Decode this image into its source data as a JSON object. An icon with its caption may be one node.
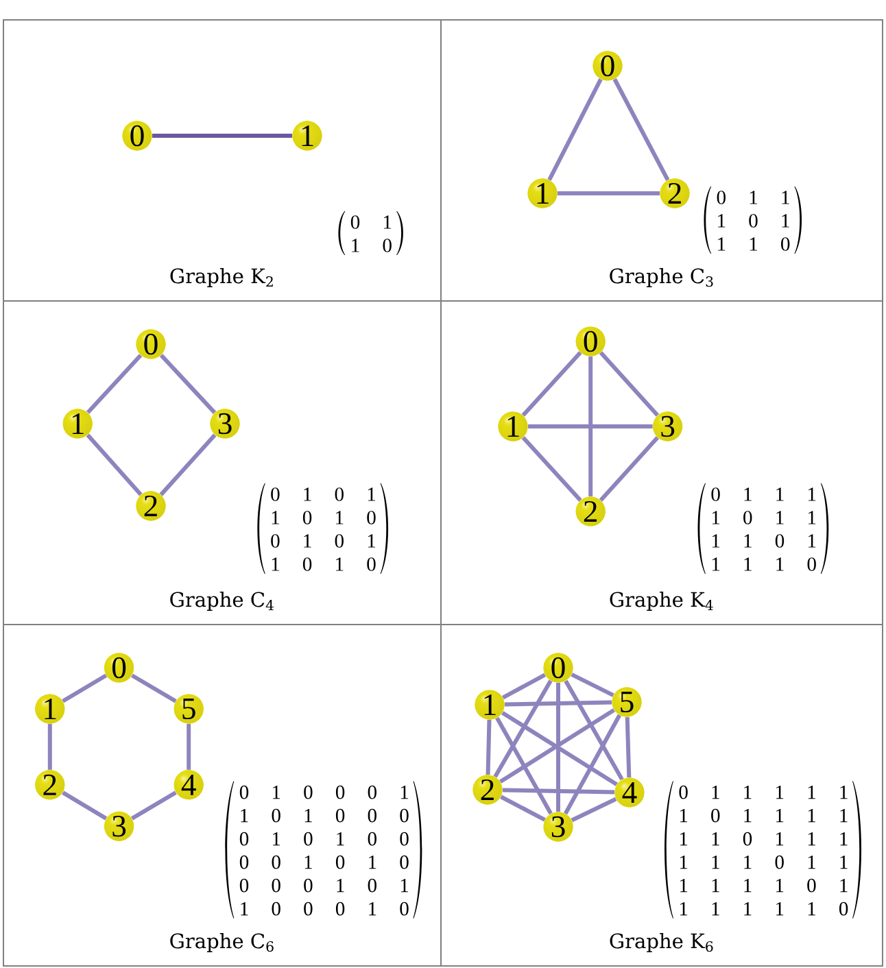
{
  "diagram": {
    "nodes": [
      {
        "text": [
          "Graphe K$_{2}$"
        ]
      },
      {
        "text": [
          "0"
        ],
        "in": 0
      },
      {
        "text": [
          "1"
        ],
        "in": 0
      },
      {
        "text": [
          "Graphe C$_{3}$"
        ]
      },
      {
        "text": [
          "0"
        ],
        "in": 3
      },
      {
        "text": [
          "1"
        ],
        "in": 3
      },
      {
        "text": [
          "2"
        ],
        "in": 3
      },
      {
        "text": [
          "Graphe C$_{4}$"
        ]
      },
      {
        "text": [
          "0"
        ],
        "in": 7
      },
      {
        "text": [
          "1"
        ],
        "in": 7
      },
      {
        "text": [
          "3"
        ],
        "in": 7
      },
      {
        "text": [
          "2"
        ],
        "in": 7
      },
      {
        "text": [
          "Graphe K$_{4}$"
        ]
      },
      {
        "text": [
          "0"
        ],
        "in": 12
      },
      {
        "text": [
          "1"
        ],
        "in": 12
      },
      {
        "text": [
          "3"
        ],
        "in": 12
      },
      {
        "text": [
          "2"
        ],
        "in": 12
      },
      {
        "text": [
          "Graphe C$_{6}$"
        ]
      },
      {
        "text": [
          "0"
        ],
        "in": 17
      },
      {
        "text": [
          "1"
        ],
        "in": 17
      },
      {
        "text": [
          "5"
        ],
        "in": 17
      },
      {
        "text": [
          "2"
        ],
        "in": 17
      },
      {
        "text": [
          "4"
        ],
        "in": 17
      },
      {
        "text": [
          "3"
        ],
        "in": 17
      },
      {
        "text": [
          "Graphe K$_{6}$"
        ]
      },
      {
        "text": [
          "0"
        ],
        "in": 24
      },
      {
        "text": [
          "1"
        ],
        "in": 24
      },
      {
        "text": [
          "5"
        ],
        "in": 24
      },
      {
        "text": [
          "2"
        ],
        "in": 24
      },
      {
        "text": [
          "4"
        ],
        "in": 24
      },
      {
        "text": [
          "3"
        ],
        "in": 24
      }
    ],
    "edges": [
      {
        "from": 1,
        "to": 2,
        "arrow": "none",
        "color": "#6b579e"
      },
      {
        "from": 4,
        "to": 5,
        "arrow": "none"
      },
      {
        "from": 4,
        "to": 6,
        "arrow": "none"
      },
      {
        "from": 5,
        "to": 6,
        "arrow": "none"
      },
      {
        "from": 8,
        "to": 9,
        "arrow": "none"
      },
      {
        "from": 8,
        "to": 10,
        "arrow": "none"
      },
      {
        "from": 9,
        "to": 11,
        "arrow": "none"
      },
      {
        "from": 10,
        "to": 11,
        "arrow": "none"
      },
      {
        "from": 13,
        "to": 14,
        "arrow": "none"
      },
      {
        "from": 13,
        "to": 15,
        "arrow": "none"
      },
      {
        "from": 13,
        "to": 16,
        "arrow": "none"
      },
      {
        "from": 14,
        "to": 15,
        "arrow": "none"
      },
      {
        "from": 14,
        "to": 16,
        "arrow": "none"
      },
      {
        "from": 15,
        "to": 16,
        "arrow": "none"
      },
      {
        "from": 18,
        "to": 19,
        "arrow": "none"
      },
      {
        "from": 18,
        "to": 20,
        "arrow": "none"
      },
      {
        "from": 19,
        "to": 21,
        "arrow": "none"
      },
      {
        "from": 20,
        "to": 22,
        "arrow": "none"
      },
      {
        "from": 21,
        "to": 23,
        "arrow": "none"
      },
      {
        "from": 22,
        "to": 23,
        "arrow": "none"
      },
      {
        "from": 25,
        "to": 26,
        "arrow": "none"
      },
      {
        "from": 25,
        "to": 27,
        "arrow": "none"
      },
      {
        "from": 25,
        "to": 28,
        "arrow": "none"
      },
      {
        "from": 25,
        "to": 29,
        "arrow": "none"
      },
      {
        "from": 25,
        "to": 30,
        "arrow": "none"
      },
      {
        "from": 26,
        "to": 27,
        "arrow": "none"
      },
      {
        "from": 26,
        "to": 28,
        "arrow": "none"
      },
      {
        "from": 26,
        "to": 29,
        "arrow": "none"
      },
      {
        "from": 26,
        "to": 30,
        "arrow": "none"
      },
      {
        "from": 27,
        "to": 28,
        "arrow": "none"
      },
      {
        "from": 27,
        "to": 29,
        "arrow": "none"
      },
      {
        "from": 27,
        "to": 30,
        "arrow": "none"
      },
      {
        "from": 28,
        "to": 29,
        "arrow": "none"
      },
      {
        "from": 28,
        "to": 30,
        "arrow": "none"
      },
      {
        "from": 29,
        "to": 30,
        "arrow": "none"
      }
    ],
    "labels": [
      "0 1",
      "1 0",
      "0 1 1",
      "1 0 1",
      "1 1 0",
      "0 1 0 1",
      "1 0 1 0",
      "0 1 0 1",
      "1 0 1 0",
      "0 1 1 1",
      "1 0 1 1",
      "1 1 0 1",
      "1 1 1 0",
      "0 1 0 0 0 1",
      "1 0 1 0 0 0",
      "0 1 0 1 0 0",
      "0 0 1 0 1 0",
      "0 0 0 1 0 1",
      "1 0 0 0 1 0",
      "0 1 1 1 1 1",
      "1 0 1 1 1 1",
      "1 1 0 1 1 1",
      "1 1 1 0 1 1",
      "1 1 1 1 0 1",
      "1 1 1 1 1 0"
    ]
  }
}
